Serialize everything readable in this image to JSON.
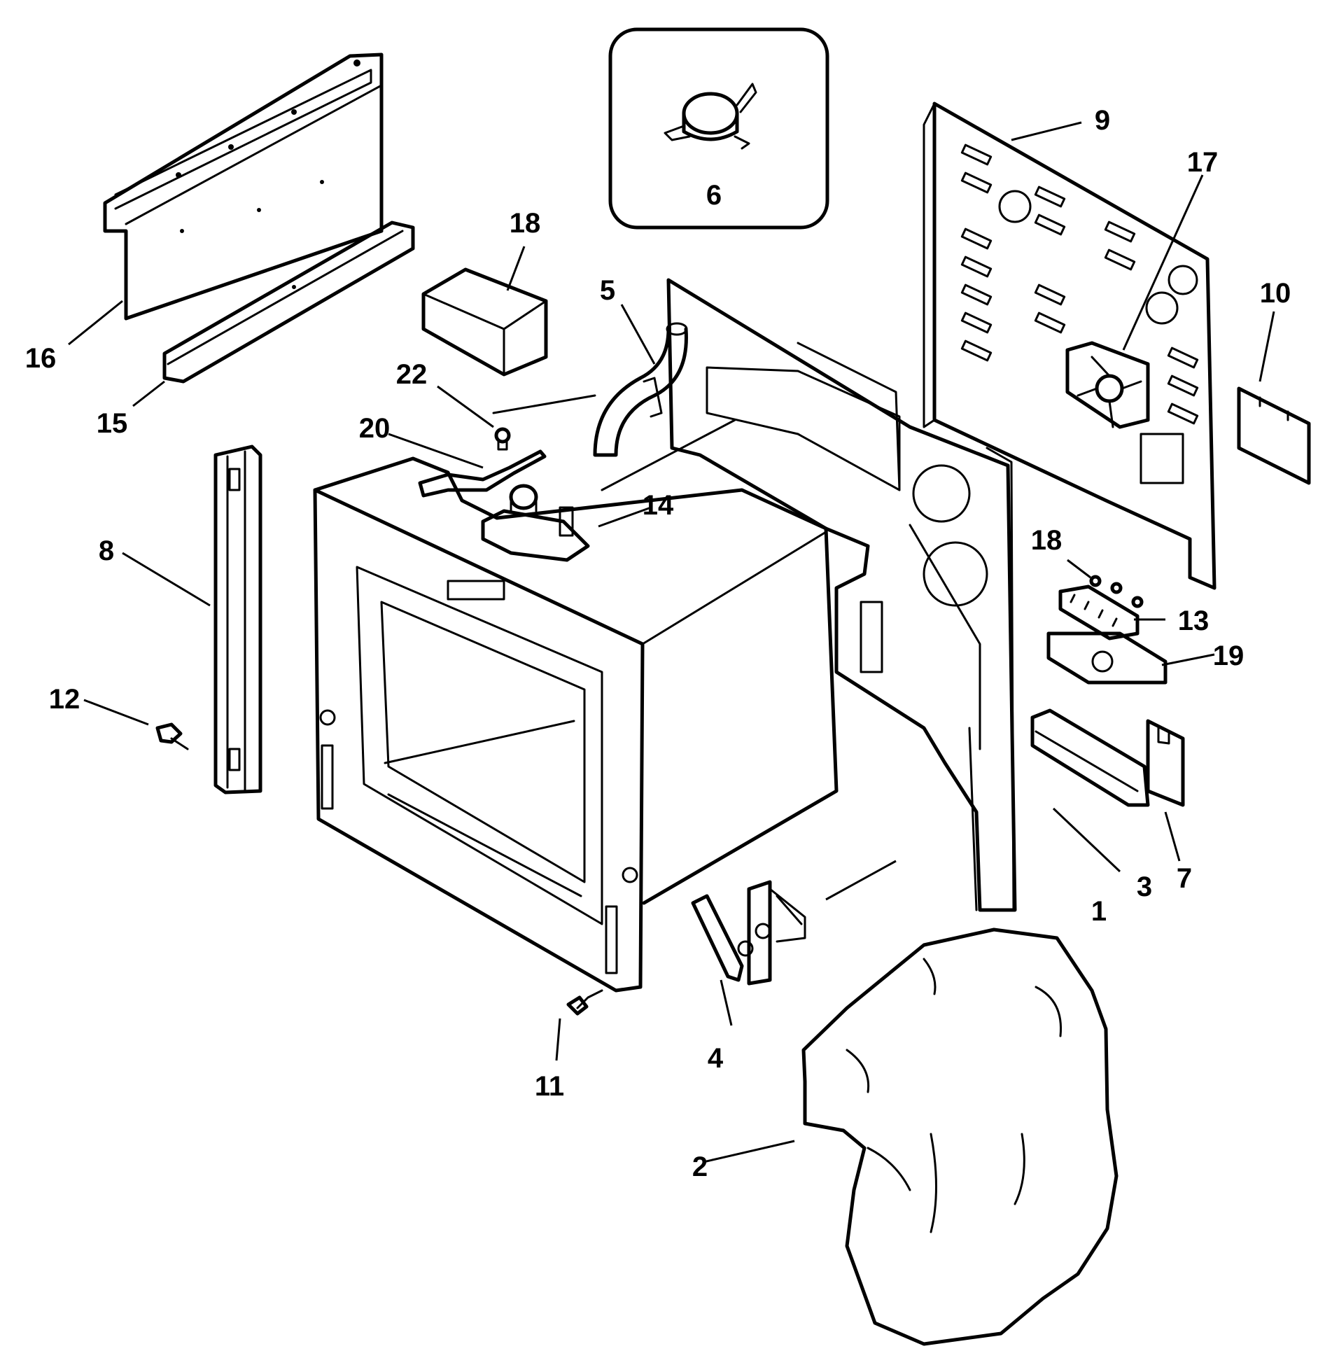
{
  "diagram": {
    "callouts": [
      {
        "id": "c1",
        "label": "1"
      },
      {
        "id": "c2",
        "label": "2"
      },
      {
        "id": "c3",
        "label": "3"
      },
      {
        "id": "c4",
        "label": "4"
      },
      {
        "id": "c5",
        "label": "5"
      },
      {
        "id": "c6",
        "label": "6"
      },
      {
        "id": "c7",
        "label": "7"
      },
      {
        "id": "c8",
        "label": "8"
      },
      {
        "id": "c9",
        "label": "9"
      },
      {
        "id": "c10",
        "label": "10"
      },
      {
        "id": "c11",
        "label": "11"
      },
      {
        "id": "c12",
        "label": "12"
      },
      {
        "id": "c13",
        "label": "13"
      },
      {
        "id": "c14",
        "label": "14"
      },
      {
        "id": "c15",
        "label": "15"
      },
      {
        "id": "c16",
        "label": "16"
      },
      {
        "id": "c17",
        "label": "17"
      },
      {
        "id": "c18a",
        "label": "18"
      },
      {
        "id": "c18b",
        "label": "18"
      },
      {
        "id": "c19",
        "label": "19"
      },
      {
        "id": "c20",
        "label": "20"
      },
      {
        "id": "c22",
        "label": "22"
      }
    ]
  }
}
